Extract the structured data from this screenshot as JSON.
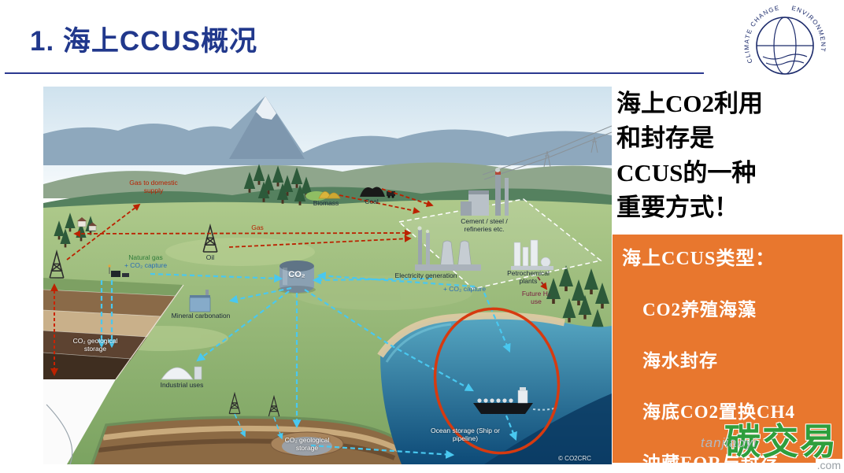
{
  "slide_title": "1. 海上CCUS概况",
  "logo": {
    "arc_left": "CLIMATE CHANGE",
    "arc_right": "ENVIRONMENT"
  },
  "headline_lines": [
    "海上CO2利用",
    "和封存是",
    "CCUS的一种",
    "重要方式！"
  ],
  "type_box": {
    "title": "海上CCUS类型：",
    "items": [
      "CO2养殖海藻",
      "海水封存",
      "海底CO2置换CH4",
      "油藏EOR与封存"
    ]
  },
  "diagram": {
    "tank_label": "CO₂",
    "credit": "© CO2CRC",
    "labels": {
      "gas_to_domestic": "Gas to domestic supply",
      "biomass": "Biomass",
      "coal": "Coal",
      "gas": "Gas",
      "oil": "Oil",
      "natural_gas": "Natural gas",
      "co2_capture_left": "+ CO₂ capture",
      "cement_steel": "Cement / steel / refineries etc.",
      "electricity": "Electricity generation",
      "petrochemical": "Petrochemical plants",
      "co2_capture_mid": "+ CO₂ capture",
      "future_h2": "Future H₂ use",
      "mineral_carbonation": "Mineral carbonation",
      "geo_storage_left": "CO₂ geological storage",
      "industrial_uses": "Industrial uses",
      "geo_storage_bottom": "CO₂ geological storage",
      "ocean_storage": "Ocean storage (Ship or pipeline)"
    }
  },
  "watermark": {
    "cn": "碳交易",
    "en": "tanjiaoyi",
    "com": ".com"
  },
  "colors": {
    "title_blue": "#21388C",
    "box_orange": "#E8772E",
    "arrow_red": "#BB2200",
    "arrow_cyan": "#49C8F0",
    "highlight_ellipse": "#D63A10",
    "watermark_green": "#2F9E3C"
  }
}
